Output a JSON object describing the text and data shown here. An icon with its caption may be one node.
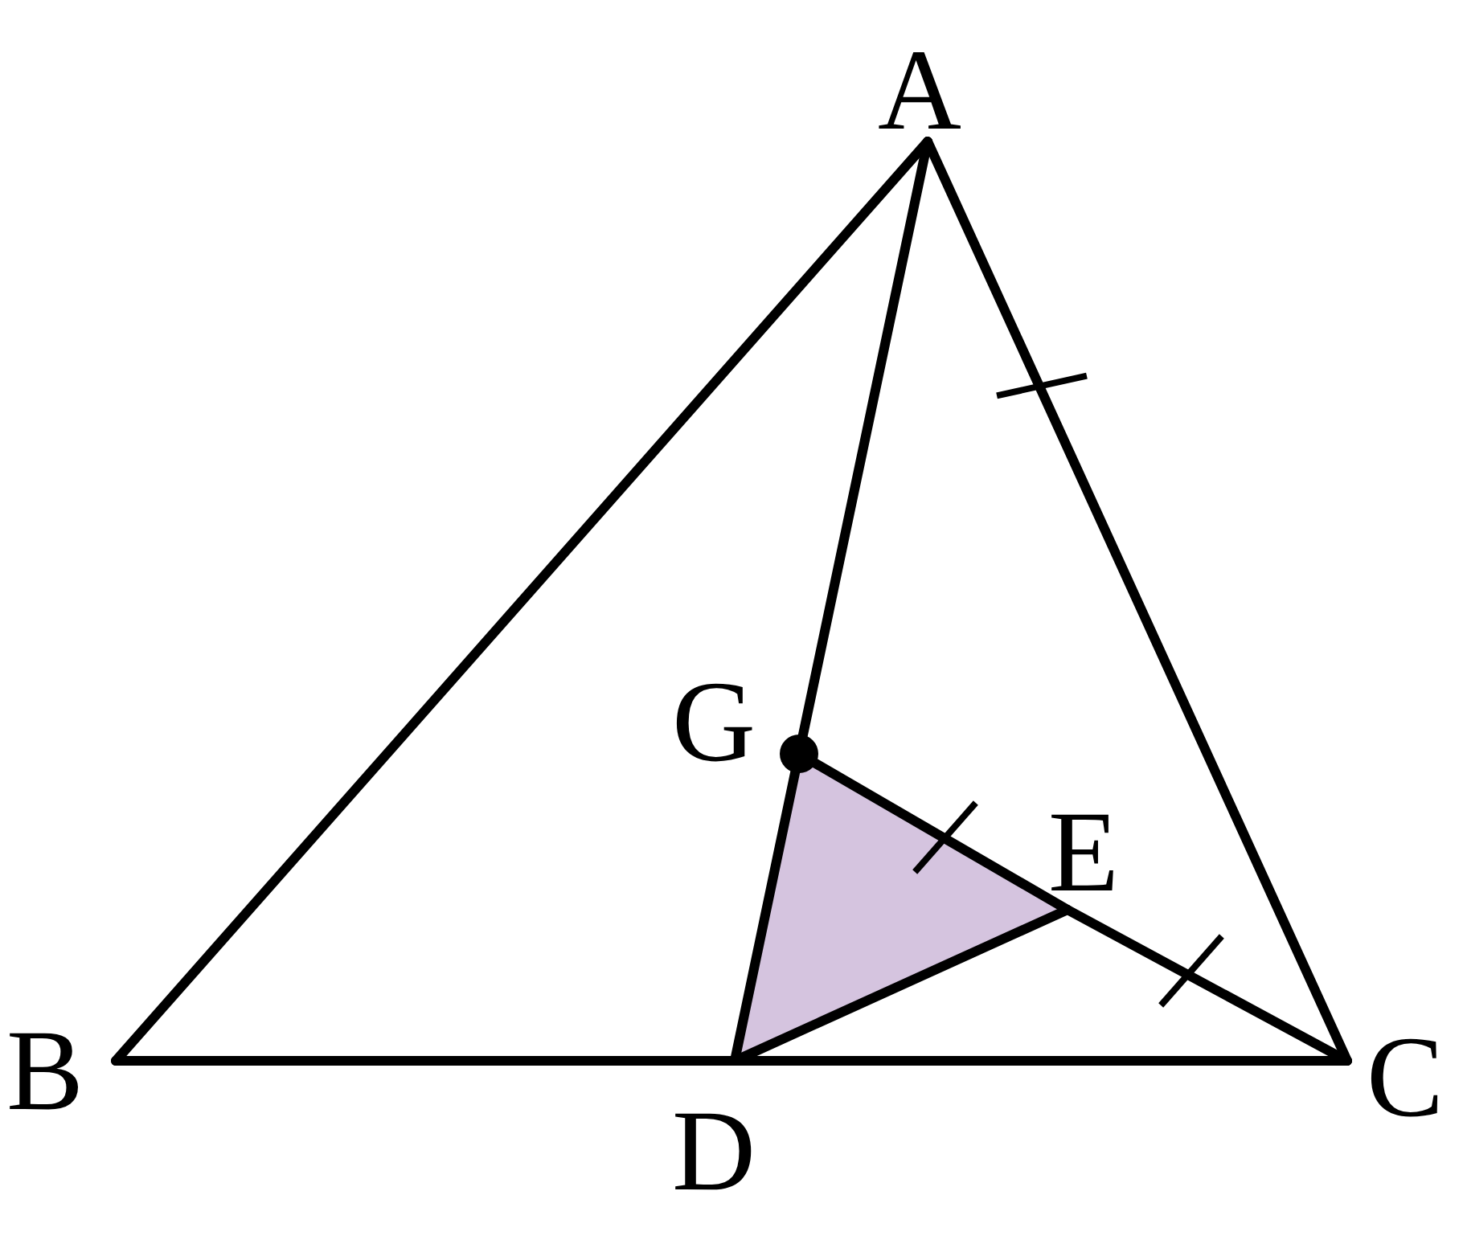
{
  "diagram": {
    "nodes": [
      {
        "text": [
          "A"
        ]
      },
      {
        "text": [
          "G"
        ]
      },
      {
        "text": [
          "E"
        ]
      },
      {
        "text": [
          "B"
        ]
      },
      {
        "text": [
          "D"
        ]
      },
      {
        "text": [
          "C"
        ]
      }
    ],
    "edges": [
      {
        "from": 0,
        "to": 3,
        "arrow": "none"
      },
      {
        "from": 0,
        "to": 5,
        "arrow": "none"
      },
      {
        "from": 3,
        "to": 4,
        "arrow": "none"
      },
      {
        "from": 4,
        "to": 5,
        "arrow": "none"
      },
      {
        "from": 0,
        "to": 1,
        "arrow": "none"
      },
      {
        "from": 1,
        "to": 2,
        "arrow": "none"
      },
      {
        "from": 2,
        "to": 5,
        "arrow": "none"
      },
      {
        "from": 1,
        "to": 4,
        "arrow": "none"
      },
      {
        "from": 4,
        "to": 2,
        "arrow": "none"
      }
    ]
  }
}
